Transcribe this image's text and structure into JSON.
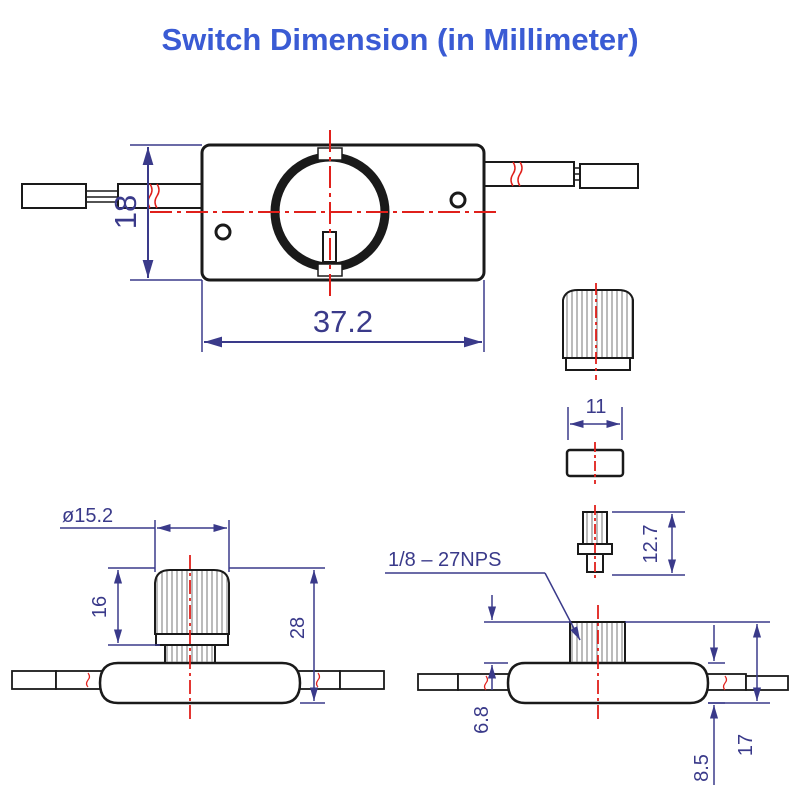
{
  "title": "Switch Dimension (in Millimeter)",
  "dimensions": {
    "height": "18",
    "width": "37.2",
    "cap_width": "11",
    "diameter": "ø15.2",
    "cap_height": "16",
    "overall_height": "28",
    "body_height": "6.8",
    "thread": "1/8 – 27NPS",
    "stem_height": "12.7",
    "base_height": "8.5",
    "total_height": "17"
  },
  "colors": {
    "ink": "#1a1a1a",
    "centerline": "#e0201b",
    "dimension": "#3a3a8a",
    "title": "#3a5bd4"
  }
}
